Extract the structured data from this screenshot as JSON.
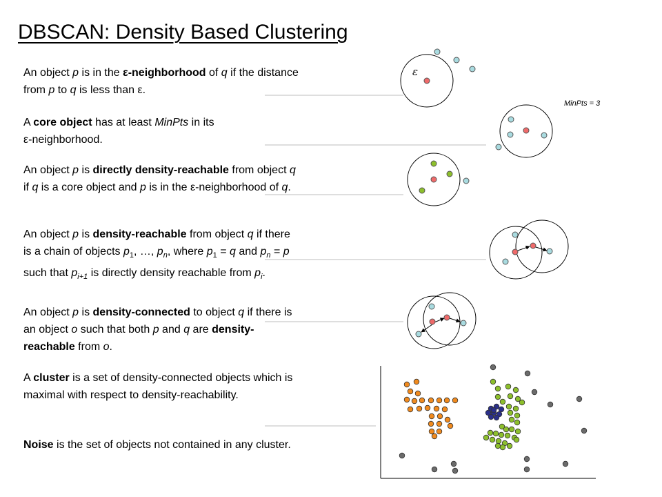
{
  "title": "DBSCAN: Density Based Clustering",
  "paragraphs": {
    "p1": {
      "pre": "An object ",
      "p": "p",
      "mid": " is in the ",
      "eps": "ε",
      "bold": "-neighborhood",
      "mid2": " of ",
      "q": "q",
      "mid3": " if the distance from ",
      "p2": "p",
      "mid4": " to ",
      "q2": "q",
      "mid5": " is less than ",
      "eps2": "ε",
      "end": "."
    },
    "p2": {
      "pre": "A ",
      "bold": "core object",
      "mid": " has at least ",
      "minpts": "MinPts",
      "mid2": " in its ",
      "eps": "ε",
      "end": "-neighborhood."
    },
    "p3": {
      "pre": "An object ",
      "p": "p",
      "mid": " is ",
      "bold": "directly density-reachable",
      "mid2": " from object ",
      "q": "q",
      "mid3": " if ",
      "q2": "q",
      "mid4": " is a core object and ",
      "p2": "p",
      "mid5": " is in the ",
      "eps": "ε",
      "mid6": "-neighborhood of ",
      "q3": "q",
      "end": "."
    },
    "p4": {
      "pre": "An object ",
      "p": "p",
      "mid": " is ",
      "bold": "density-reachable",
      "mid2": " from object ",
      "q": "q",
      "mid3": " if there is a chain of objects ",
      "p1": "p",
      "s1": "1",
      "mid4": ", …, ",
      "pn": "p",
      "sn": "n",
      "mid5": ", where ",
      "p1b": "p",
      "s1b": "1",
      "mid6": " = ",
      "qb": "q",
      "mid7": " and ",
      "pnb": "p",
      "snb": "n",
      "mid8": " = ",
      "pc": "p",
      "mid9": " such that ",
      "pi1": "p",
      "si1": "i+1",
      "mid10": " is directly density reachable from ",
      "pi": "p",
      "si": "i",
      "end": "."
    },
    "p5": {
      "pre": "An object ",
      "p": "p",
      "mid": " is ",
      "bold": "density-connected",
      "mid2": " to object ",
      "q": "q",
      "mid3": " if there is an object ",
      "o": "o",
      "mid4": " such that both ",
      "p2": "p",
      "mid5": " and ",
      "q2": "q",
      "mid6": " are ",
      "bold2": "density-reachable",
      "mid7": " from ",
      "o2": "o",
      "end": "."
    },
    "p6": {
      "pre": "A ",
      "bold": "cluster",
      "end": " is a set of density-connected objects which is maximal with respect to density-reachability."
    },
    "p7": {
      "bold": "Noise",
      "end": " is the set of objects not contained in any cluster."
    }
  },
  "diagram_labels": {
    "epsilon": "ε",
    "minpts": "MinPts = 3"
  },
  "colors": {
    "core": "#ef6a6a",
    "neighbor": "#a9dbe0",
    "reachable": "#8dbf2c",
    "border_point": "#7cba2c",
    "cluster_orange": "#f08a1e",
    "cluster_navy": "#2a2f8a",
    "cluster_green": "#8dbf2c",
    "noise": "#6b6b6b",
    "line": "#bdbdbd"
  }
}
